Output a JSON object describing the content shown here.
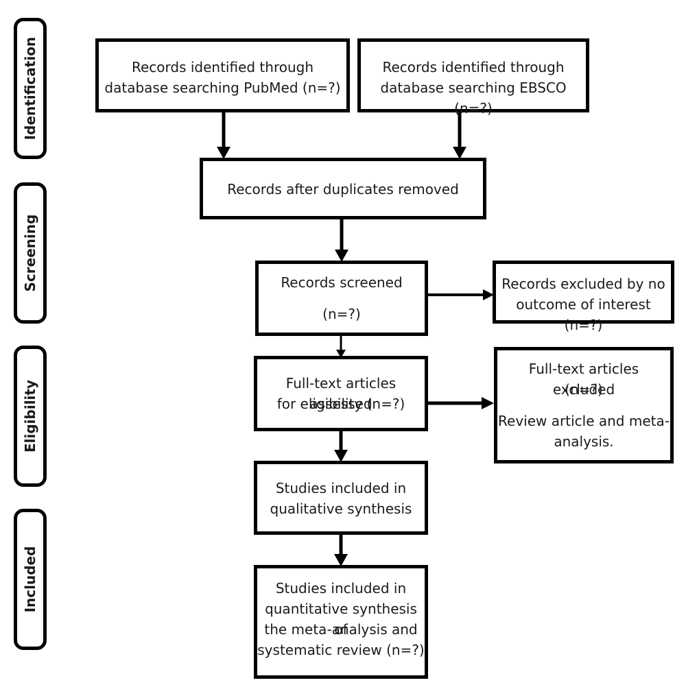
{
  "stages": {
    "identification": "Identification",
    "screening": "Screening",
    "eligibility": "Eligibility",
    "included": "Included"
  },
  "boxes": {
    "pubmed": {
      "line1": "Records identified through",
      "line2": "database searching PubMed (n=?)"
    },
    "ebsco": {
      "line1": "Records identified through",
      "line2": "database searching EBSCO (n=?)"
    },
    "duplicates": {
      "text": "Records after duplicates removed"
    },
    "screened": {
      "line1": "Records screened",
      "line2": "(n=?)"
    },
    "excluded_outcome": {
      "line1": "Records excluded by no",
      "line2": "outcome of interest (n=?)"
    },
    "fulltext_assessed": {
      "line1": "Full-text articles assessed",
      "line2": "for eligibility (n=?)"
    },
    "fulltext_excluded": {
      "line1": "Full-text articles excluded",
      "line2": "(n=?)",
      "line3": "Review article and meta-",
      "line4": "analysis."
    },
    "qualitative": {
      "line1": "Studies included in",
      "line2": "qualitative synthesis"
    },
    "quantitative": {
      "line1": "Studies included in",
      "line2": "quantitative synthesis of",
      "line3": "the meta-analysis and",
      "line4": "systematic review (n=?)"
    }
  }
}
